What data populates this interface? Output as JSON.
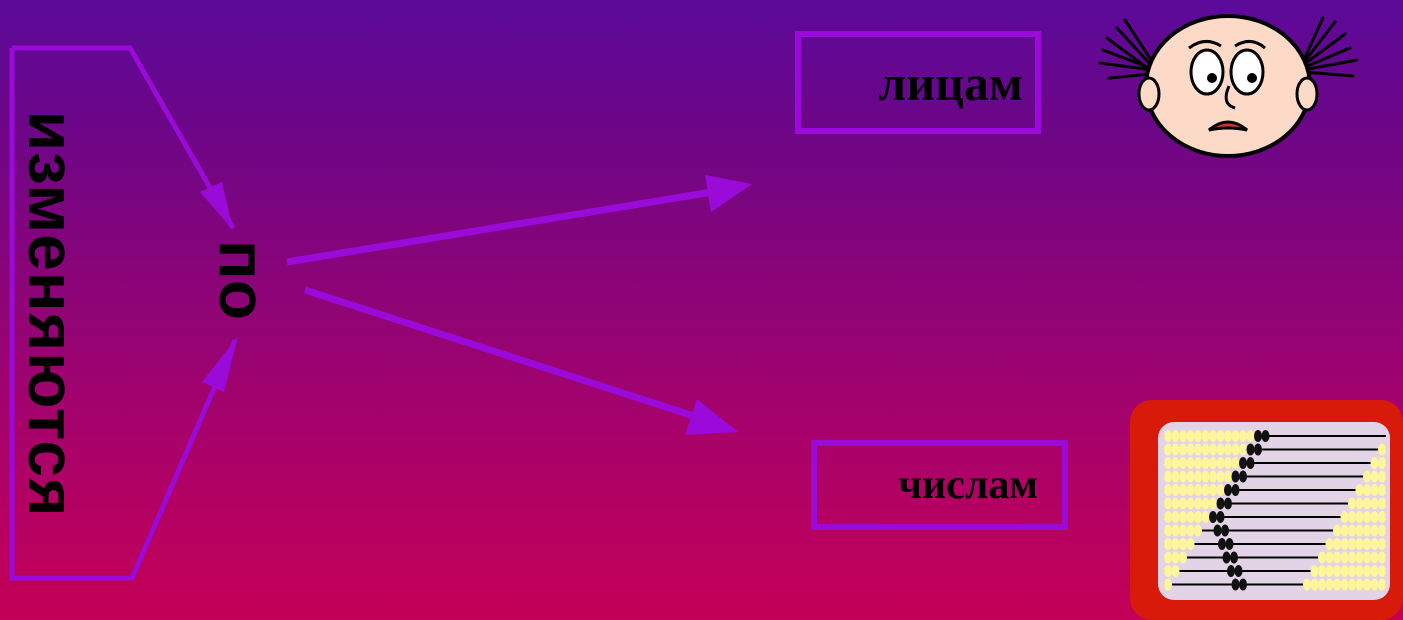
{
  "diagram": {
    "main_label": "изменяются",
    "connector_label": "по",
    "targets": {
      "persons": "лицам",
      "numbers": "числам"
    }
  },
  "images": {
    "face": "confused-face-icon",
    "abacus": "abacus-icon"
  },
  "colors": {
    "bg_top": "#5c0a9a",
    "bg_bottom": "#c40057",
    "stroke": "#9a0ad8",
    "abacus_frame": "#d81a0a",
    "bead_yellow": "#fff59a"
  }
}
